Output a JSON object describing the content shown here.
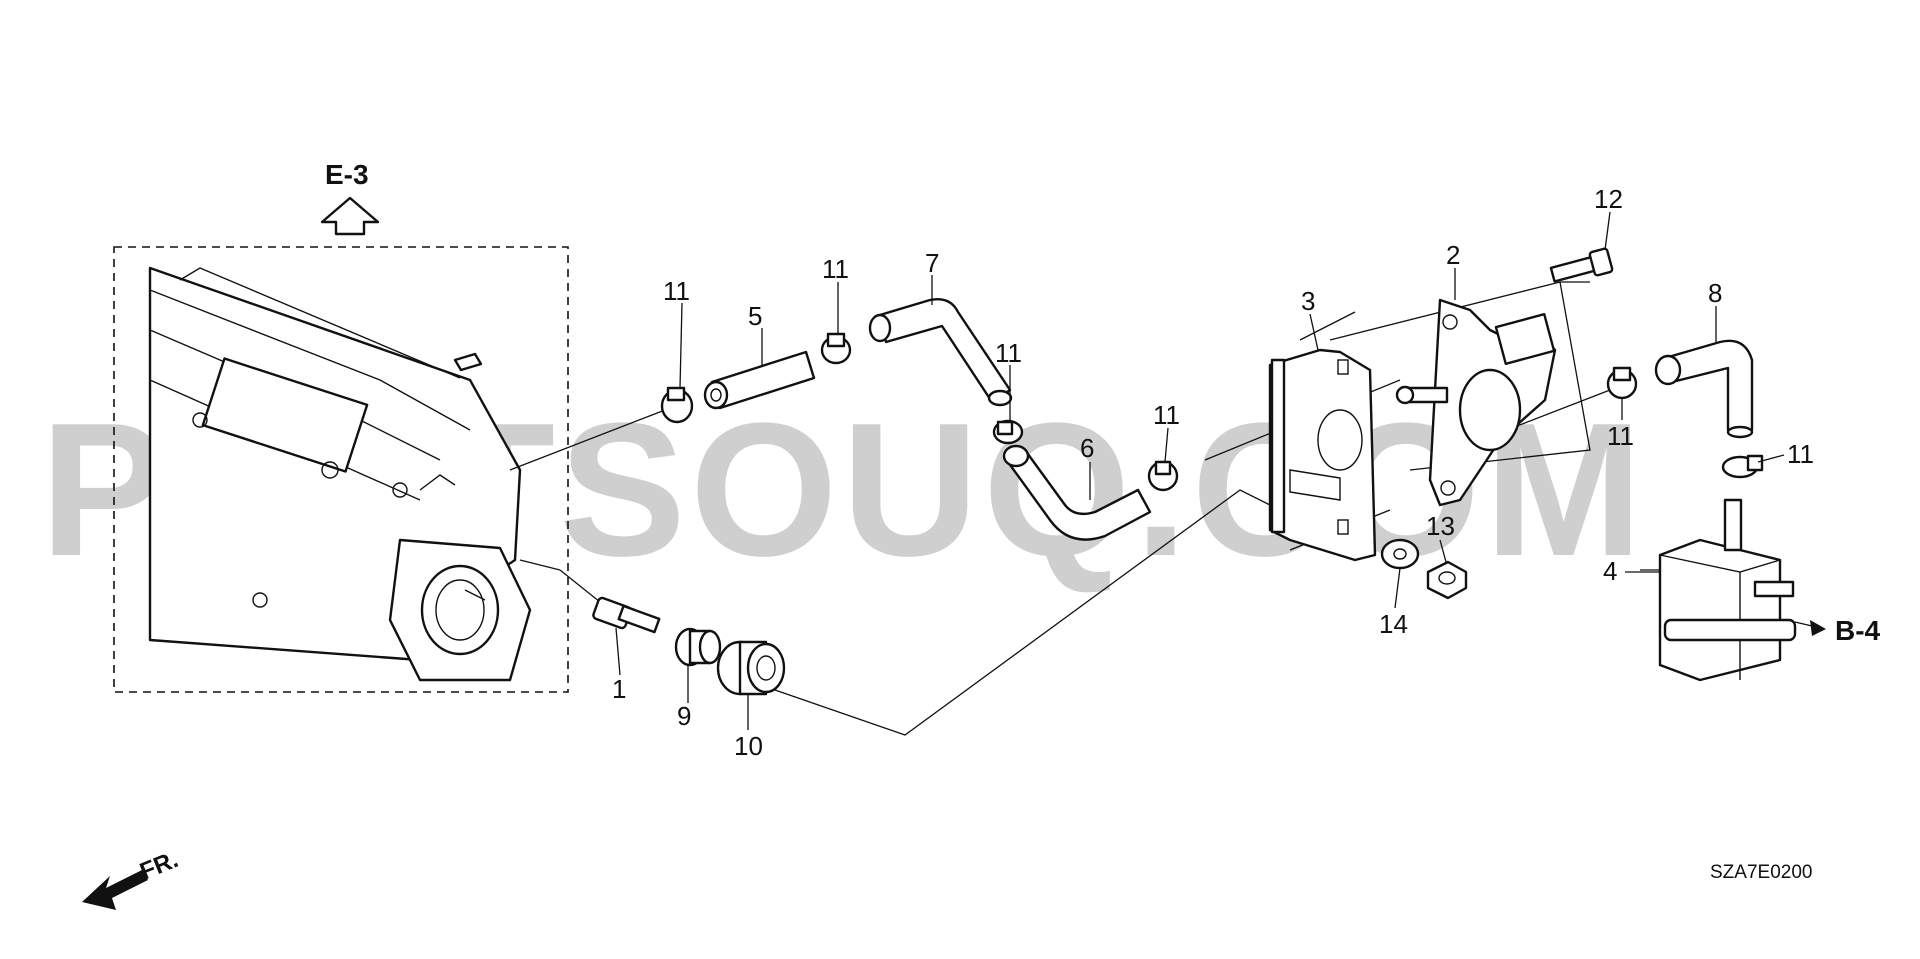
{
  "watermark": "PARTSOUQ.COM",
  "refs": {
    "top": "E-3",
    "right": "B-4",
    "front": "FR."
  },
  "diagram_code": "SZA7E0200",
  "callouts": {
    "c1": "1",
    "c2": "2",
    "c3": "3",
    "c4": "4",
    "c5": "5",
    "c6": "6",
    "c7": "7",
    "c8": "8",
    "c9": "9",
    "c10": "10",
    "c11a": "11",
    "c11b": "11",
    "c11c": "11",
    "c11d": "11",
    "c11e": "11",
    "c11f": "11",
    "c12": "12",
    "c13": "13",
    "c14": "14"
  }
}
